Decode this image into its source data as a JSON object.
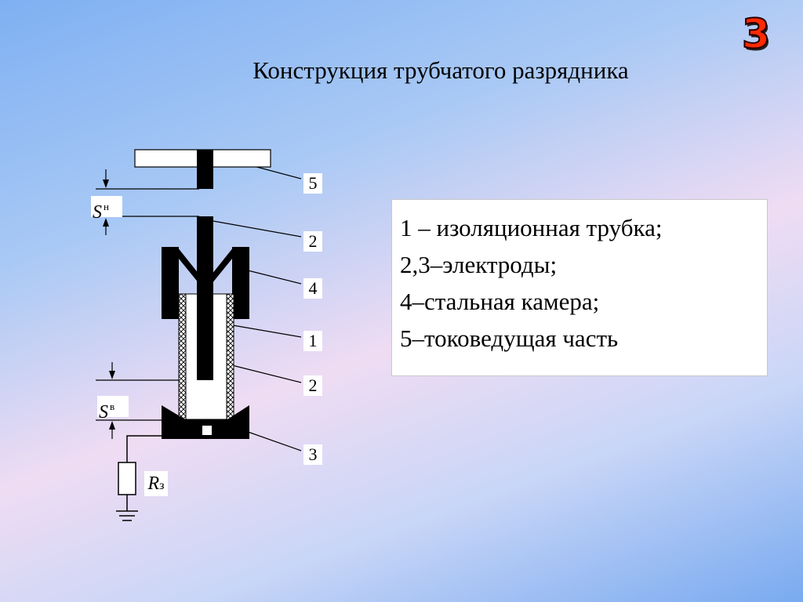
{
  "slide": {
    "number": "3",
    "title": "Конструкция трубчатого разрядника"
  },
  "legend": {
    "items": [
      "1 – изоляционная трубка;",
      "2,3–электроды;",
      "4–стальная камера;",
      "5–токоведущая часть"
    ]
  },
  "diagram": {
    "part_numbers": [
      "5",
      "2",
      "4",
      "1",
      "2",
      "3"
    ],
    "gap_top": {
      "symbol": "S",
      "sub": "н"
    },
    "gap_bottom": {
      "symbol": "S",
      "sub": "в"
    },
    "resistor": {
      "symbol": "R",
      "sub": "з"
    }
  },
  "colors": {
    "metal": "#000000",
    "insulation": "#ffffff",
    "bg_blue": "#7fb0f2",
    "bg_pink": "#efdcf3",
    "slide_number": "#ff2a00"
  }
}
